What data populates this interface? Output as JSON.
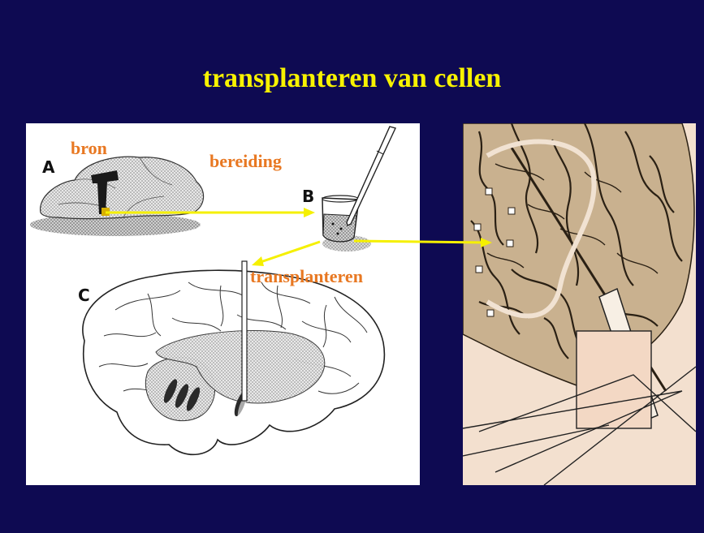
{
  "slide": {
    "title": "transplanteren van cellen"
  },
  "labels": {
    "source": "bron",
    "preparation": "bereiding",
    "transplant": "transplanteren",
    "letter_a": "A",
    "letter_b": "B",
    "letter_c": "C"
  },
  "colors": {
    "background": "#0e0a52",
    "title": "#f7f200",
    "label": "#e87822",
    "arrow": "#f5f000",
    "brain_tissue": "#c9b18f"
  },
  "icons": [
    "animal-brain-icon",
    "test-tube-icon",
    "syringe-icon",
    "human-brain-icon",
    "brain-section-icon"
  ]
}
